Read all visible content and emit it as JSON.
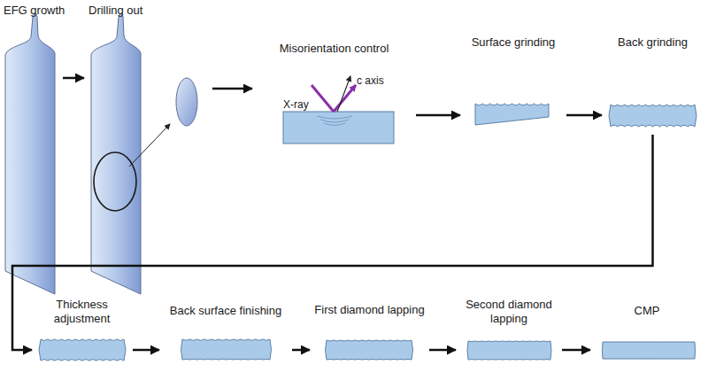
{
  "diagram": {
    "nodes": [
      {
        "text": [
          "EFG growth"
        ]
      },
      {
        "text": [
          "Drilling out"
        ]
      },
      {
        "text": [
          "Misorientation control"
        ]
      },
      {
        "text": [
          "Surface grinding"
        ]
      },
      {
        "text": [
          "Back grinding"
        ]
      },
      {
        "text": [
          "Thickness adjustment"
        ]
      },
      {
        "text": [
          "Back surface finishing"
        ]
      },
      {
        "text": [
          "First diamond lapping"
        ]
      },
      {
        "text": [
          "Second diamond lapping"
        ]
      },
      {
        "text": [
          "CMP"
        ]
      }
    ],
    "edges": [
      {
        "from": 0,
        "to": 1,
        "arrow": "to"
      },
      {
        "from": 1,
        "to": 2,
        "arrow": "to"
      },
      {
        "from": 2,
        "to": 3,
        "arrow": "to"
      },
      {
        "from": 3,
        "to": 4,
        "arrow": "to"
      },
      {
        "from": 4,
        "to": 5,
        "arrow": "to"
      },
      {
        "from": 5,
        "to": 6,
        "arrow": "to"
      },
      {
        "from": 6,
        "to": 7,
        "arrow": "to"
      },
      {
        "from": 7,
        "to": 8,
        "arrow": "to"
      },
      {
        "from": 8,
        "to": 9,
        "arrow": "to"
      }
    ],
    "labels": [
      "X-ray",
      "c axis"
    ]
  }
}
